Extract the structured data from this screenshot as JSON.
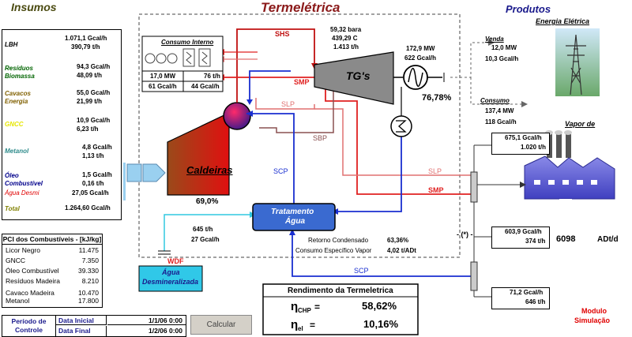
{
  "headings": {
    "insumos": "Insumos",
    "termeletrica": "Termelétrica",
    "produtos": "Produtos",
    "energia_eletrica": "Energia Elétrica",
    "vapor_de": "Vapor de"
  },
  "insumos": [
    {
      "name": "LBH",
      "v1": "1.071,1 Gcal/h",
      "v2": "390,79 t/h",
      "color": "#000000"
    },
    {
      "name": "Resíduos",
      "name2": "Biomassa",
      "v1": "94,3 Gcal/h",
      "v2": "48,09 t/h",
      "color": "#006400"
    },
    {
      "name": "Cavacos",
      "name2": "Energia",
      "v1": "55,0 Gcal/h",
      "v2": "21,99 t/h",
      "color": "#806000"
    },
    {
      "name": "GNCC",
      "v1": "10,9 Gcal/h",
      "v2": "6,23 t/h",
      "color": "#e6e600"
    },
    {
      "name": "Metanol",
      "v1": "4,8 Gcal/h",
      "v2": "1,13 t/h",
      "color": "#2e8b8b"
    },
    {
      "name": "Óleo",
      "name2": "Combustível",
      "name3": "Água Desmi",
      "v1": "1,5 Gcal/h",
      "v2": "0,16 t/h",
      "v3": "27,05 Gcal/h",
      "color": "#00008b",
      "color3": "#e00000"
    },
    {
      "name": "Total",
      "v1": "1.264,60 Gcal/h",
      "color": "#808000"
    }
  ],
  "pci": {
    "title": "PCI dos Combustíveis - [kJ/kg]",
    "rows": [
      {
        "name": "Licor Negro",
        "value": "11.475"
      },
      {
        "name": "GNCC",
        "value": "7.350"
      },
      {
        "name": "Óleo Combustível",
        "value": "39.330"
      },
      {
        "name": "Resíduos Madeira",
        "value": "8.210"
      },
      {
        "name": "Cavaco Madeira",
        "value": "10.470"
      },
      {
        "name": "Metanol",
        "value": "17.800"
      }
    ]
  },
  "periodo": {
    "label1": "Período de",
    "label2": "Controle",
    "inicial_label": "Data Inicial",
    "inicial_value": "1/1/06 0:00",
    "final_label": "Data Final",
    "final_value": "1/2/06 0:00"
  },
  "calcular_label": "Calcular",
  "consumo_interno": {
    "title": "Consumo Interno",
    "mw": "17,0 MW",
    "th": "76 t/h",
    "gcal1": "61 Gcal/h",
    "gcal2": "44 Gcal/h"
  },
  "streams": {
    "shs": "SHS",
    "smp": "SMP",
    "slp": "SLP",
    "sbp": "SBP",
    "scp": "SCP",
    "wdf": "WDF",
    "smp_out": "SMP",
    "slp_out": "SLP",
    "scp_out": "SCP"
  },
  "steam": {
    "bara": "59,32 bara",
    "temp": "439,29 C",
    "flow": "1.413 t/h"
  },
  "tgs": {
    "label": "TG's",
    "mw": "172,9 MW",
    "gcal": "622 Gcal/h",
    "eff": "76,78%"
  },
  "caldeiras": {
    "label": "Caldeiras",
    "eff": "69,0%"
  },
  "tratamento": {
    "label1": "Tratamento",
    "label2": "Água",
    "flow": "645 t/h",
    "gcal": "27 Gcal/h"
  },
  "agua_desmi": {
    "label1": "Água",
    "label2": "Desmineralizada"
  },
  "retorno": {
    "label": "Retorno Condensado",
    "value": "63,36%"
  },
  "consumo_especifico": {
    "label": "Consumo Específico Vapor",
    "value": "4,02 t/ADt"
  },
  "venda": {
    "label": "Venda",
    "mw": "12,0 MW",
    "gcal": "10,3 Gcal/h"
  },
  "consumo": {
    "label": "Consumo",
    "mw": "137,4 MW",
    "gcal": "118 Gcal/h"
  },
  "vapor_boxes": [
    {
      "v1": "675,1 Gcal/h",
      "v2": "1.020 t/h"
    },
    {
      "v1": "603,9 Gcal/h",
      "v2": "374 t/h"
    },
    {
      "v1": "71,2 Gcal/h",
      "v2": "646 t/h"
    }
  ],
  "sep_marker": "- (*) -",
  "adt": {
    "value": "6098",
    "unit": "ADt/d"
  },
  "rendimento": {
    "title": "Rendimento da Termeletrica",
    "chp_sym": "η",
    "chp_sub": "CHP",
    "chp_eq": "=",
    "chp_value": "58,62%",
    "el_sym": "η",
    "el_sub": "el",
    "el_eq": "=",
    "el_value": "10,16%"
  },
  "modulo": {
    "l1": "Modulo",
    "l2": "Simulação"
  },
  "colors": {
    "red": "#d01010",
    "blue": "#1a2fd0",
    "pink": "#e07070",
    "cyan": "#30c8e0",
    "darkred": "#8b1a1a",
    "navy": "#1a1a8c"
  }
}
